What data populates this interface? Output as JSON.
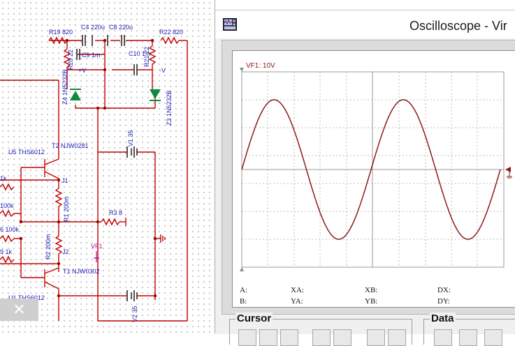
{
  "schematic": {
    "labels": {
      "r19": "R19 820",
      "c4": "C4 220u",
      "c8": "C8 220u",
      "r22": "R22 820",
      "r20": "R20 22",
      "c9": "C9 1m",
      "c10": "C10 1m",
      "r21": "R21 22",
      "vplus": "+V",
      "vminus": "-V",
      "z4": "Z4 1N5232B",
      "z3": "Z3 1N5232B",
      "v1": "V1 35",
      "t2": "T2 NJW0281",
      "u5": "U5 THS6012",
      "j1": "J1",
      "r1": "R1 200m",
      "k1": "1k",
      "k100": "100k",
      "r3": "R3 8",
      "r6": "6 100k",
      "r9": "9 1k",
      "r2": "R2 200m",
      "j2": "J2",
      "vf1": "VF1",
      "t1": "T1 NJW0302",
      "u1": "U1 THS6012",
      "v2": "V2 35"
    }
  },
  "oscilloscope": {
    "title": "Oscilloscope - Vir",
    "icon": "oscilloscope-icon",
    "channel_label": "VF1: 10V",
    "trace_color": "#8b1a1a",
    "waveform": {
      "type": "sine",
      "cycles_visible": 2,
      "start_phase": "zero-crossing-rising"
    },
    "readouts": {
      "a": "A:",
      "b": "B:",
      "xa": "XA:",
      "ya": "YA:",
      "xb": "XB:",
      "yb": "YB:",
      "dx": "DX:",
      "dy": "DY:"
    },
    "groups": {
      "cursor": "Cursor",
      "data": "Data"
    }
  },
  "close_icon": "close-icon",
  "close_glyph": "✕"
}
